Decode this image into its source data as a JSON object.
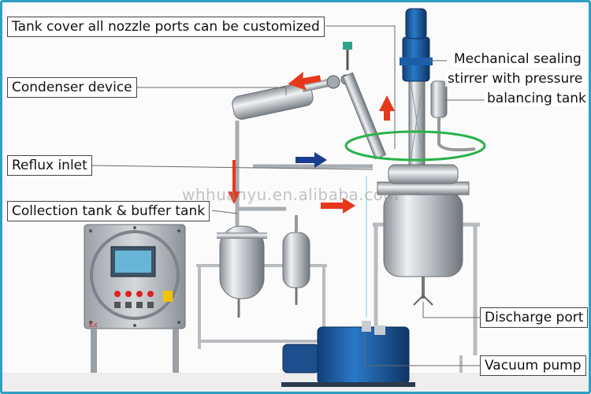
{
  "labels": {
    "tank_cover": "Tank cover all nozzle ports can be customized",
    "condenser": "Condenser device",
    "reflux": "Reflux inlet",
    "collection": "Collection tank & buffer tank",
    "mech1": "Mechanical sealing",
    "mech2": "stirrer with pressure",
    "mech3": "balancing tank",
    "discharge": "Discharge port",
    "vacuum": "Vacuum pump"
  },
  "watermark": "whhuanyu.en.alibaba.com",
  "colors": {
    "frame": "#2f9fc4",
    "arrow_red": "#e8381c",
    "arrow_blue": "#1a3d8f",
    "ellipse_green": "#27b34a",
    "motor_blue": "#1c5fa8",
    "steel": "#c8ccd0"
  }
}
